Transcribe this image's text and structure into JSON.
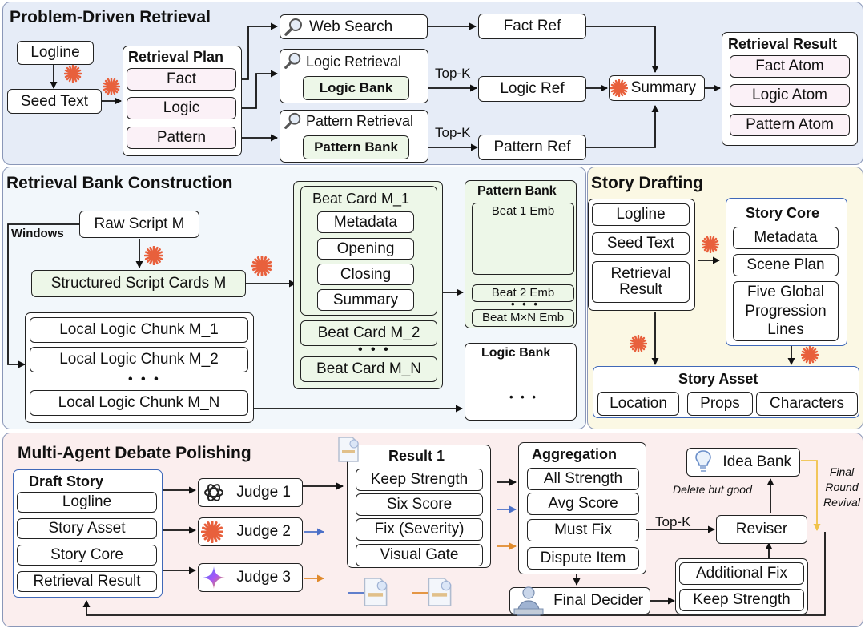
{
  "sections": {
    "pdr": "Problem-Driven Retrieval",
    "rbc": "Retrieval Bank Construction",
    "sd": "Story Drafting",
    "madp": "Multi-Agent Debate Polishing"
  },
  "pdr": {
    "logline": "Logline",
    "seed_text": "Seed Text",
    "plan_title": "Retrieval Plan",
    "plan_items": [
      "Fact",
      "Logic",
      "Pattern"
    ],
    "web_search": "Web Search",
    "logic_retrieval": "Logic Retrieval",
    "logic_bank": "Logic Bank",
    "pattern_retrieval": "Pattern Retrieval",
    "pattern_bank": "Pattern Bank",
    "top_k_1": "Top-K",
    "top_k_2": "Top-K",
    "fact_ref": "Fact Ref",
    "logic_ref": "Logic Ref",
    "pattern_ref": "Pattern Ref",
    "summary": "Summary",
    "result_title": "Retrieval Result",
    "result_items": [
      "Fact Atom",
      "Logic Atom",
      "Pattern Atom"
    ]
  },
  "rbc": {
    "windows": "Windows",
    "raw_script": "Raw Script M",
    "structured_cards": "Structured Script Cards M",
    "chunks": [
      "Local Logic Chunk M_1",
      "Local Logic Chunk M_2",
      "Local Logic Chunk M_N"
    ],
    "chunk_dots": "• • •",
    "beat_card_1": "Beat Card M_1",
    "beat_fields": [
      "Metadata",
      "Opening",
      "Closing",
      "Summary"
    ],
    "beat_card_2": "Beat Card M_2",
    "beat_dots": "• • •",
    "beat_card_n": "Beat Card M_N",
    "pattern_bank": "Pattern Bank",
    "beat1_emb": "Beat 1 Emb",
    "beat2_emb": "Beat 2 Emb",
    "emb_dots": "• • •",
    "beatmn_emb": "Beat M×N Emb",
    "logic_bank": "Logic Bank",
    "logic_dots": "• • •"
  },
  "sd": {
    "logline": "Logline",
    "seed_text": "Seed Text",
    "retrieval_result": "Retrieval Result",
    "core_title": "Story Core",
    "core_items": [
      "Metadata",
      "Scene Plan",
      "Five Global Progression Lines"
    ],
    "asset_title": "Story Asset",
    "asset_items": [
      "Location",
      "Props",
      "Characters"
    ]
  },
  "madp": {
    "draft_title": "Draft Story",
    "draft_items": [
      "Logline",
      "Story Asset",
      "Story Core",
      "Retrieval Result"
    ],
    "judges": [
      "Judge 1",
      "Judge 2",
      "Judge 3"
    ],
    "result_title": "Result 1",
    "result_items": [
      "Keep Strength",
      "Six Score",
      "Fix (Severity)",
      "Visual Gate"
    ],
    "agg_title": "Aggregation",
    "agg_items": [
      "All Strength",
      "Avg Score",
      "Must Fix",
      "Dispute Item"
    ],
    "top_k": "Top-K",
    "idea_bank": "Idea Bank",
    "delete_but_good": "Delete but good",
    "final_round_revival": "Final Round Revival",
    "reviser": "Reviser",
    "additional_fix": "Additional Fix",
    "keep_strength": "Keep Strength",
    "final_decider": "Final Decider"
  },
  "colors": {
    "section1_bg": "#e6ecf7",
    "section2_bg": "#f2f7fb",
    "section3_bg": "#fbf8e4",
    "section4_bg": "#fbeeee",
    "green_fill": "#edf7e8",
    "pink_fill": "#fbf1f7",
    "arrow_blue": "#4a6fc7",
    "arrow_orange": "#e08a2c",
    "revival_yellow": "#f0c24a",
    "accent_starburst": "#e8603c"
  },
  "icons": [
    "search-icon",
    "starburst-icon",
    "openai-icon",
    "gemini-icon",
    "lightbulb-icon",
    "document-icon",
    "judge-person-icon"
  ]
}
